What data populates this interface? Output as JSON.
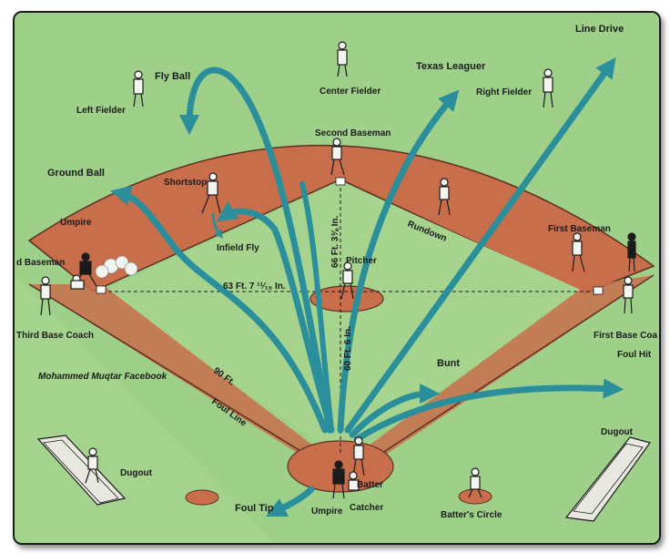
{
  "labels": {
    "line_drive": "Line Drive",
    "texas_leaguer": "Texas Leaguer",
    "fly_ball": "Fly Ball",
    "center_fielder": "Center Fielder",
    "right_fielder": "Right Fielder",
    "left_fielder": "Left Fielder",
    "second_baseman": "Second Baseman",
    "ground_ball": "Ground Ball",
    "shortstop": "Shortstop",
    "rundown": "Rundown",
    "umpire_top": "Umpire",
    "first_baseman": "First Baseman",
    "infield_fly": "Infield Fly",
    "third_baseman": "d Baseman",
    "pitcher": "Pitcher",
    "dist_second": "66 Ft. 3⅜ In.",
    "dist_mound": "63 Ft. 7 ¹¹⁄₁₆ In.",
    "third_base_coach": "Third Base Coach",
    "first_base_coach": "First Base Coa",
    "foul_hit": "Foul Hit",
    "dist_home": "60 Ft. 6 In.",
    "bunt": "Bunt",
    "credit": "Mohammed Muqtar Facebook",
    "ninety_ft": "90 Ft.",
    "foul_line": "Foul Line",
    "dugout_left": "Dugout",
    "dugout_right": "Dugout",
    "batter": "Batter",
    "foul_tip": "Foul Tip",
    "umpire_home": "Umpire",
    "catcher": "Catcher",
    "batters_circle": "Batter's Circle"
  },
  "colors": {
    "grass": "#9fd08a",
    "dirt": "#c96e4b",
    "arrow": "#2a8f9a",
    "outline": "#1b1b1b"
  }
}
